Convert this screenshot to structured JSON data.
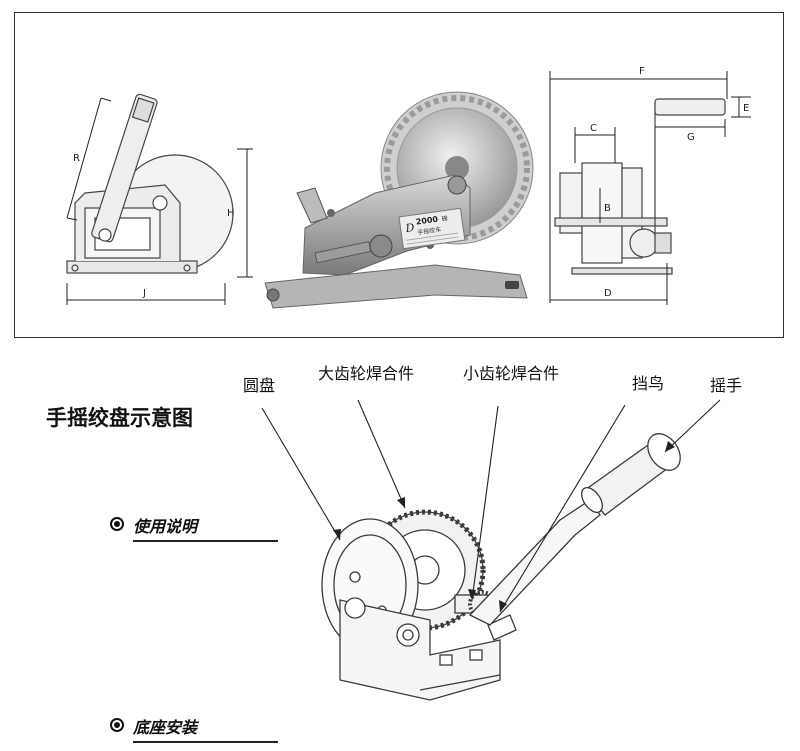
{
  "dimension_labels": {
    "r": "R",
    "h": "H",
    "j": "J",
    "f": "F",
    "e": "E",
    "c": "C",
    "g": "G",
    "b": "B",
    "d": "D"
  },
  "product_plate": {
    "model": "2000",
    "unit": "磅",
    "brand": "D",
    "subtitle": "手摇绞车"
  },
  "diagram": {
    "title": "手摇绞盘示意图",
    "parts": {
      "disc": "圆盘",
      "large_gear": "大齿轮焊合件",
      "small_gear": "小齿轮焊合件",
      "pawl": "挡鸟",
      "handle": "摇手"
    }
  },
  "sections": {
    "usage": "使用说明",
    "base_install": "底座安装"
  },
  "colors": {
    "steel": "#a9a9a9",
    "steel_dark": "#6d6d6d",
    "line": "#222222"
  }
}
